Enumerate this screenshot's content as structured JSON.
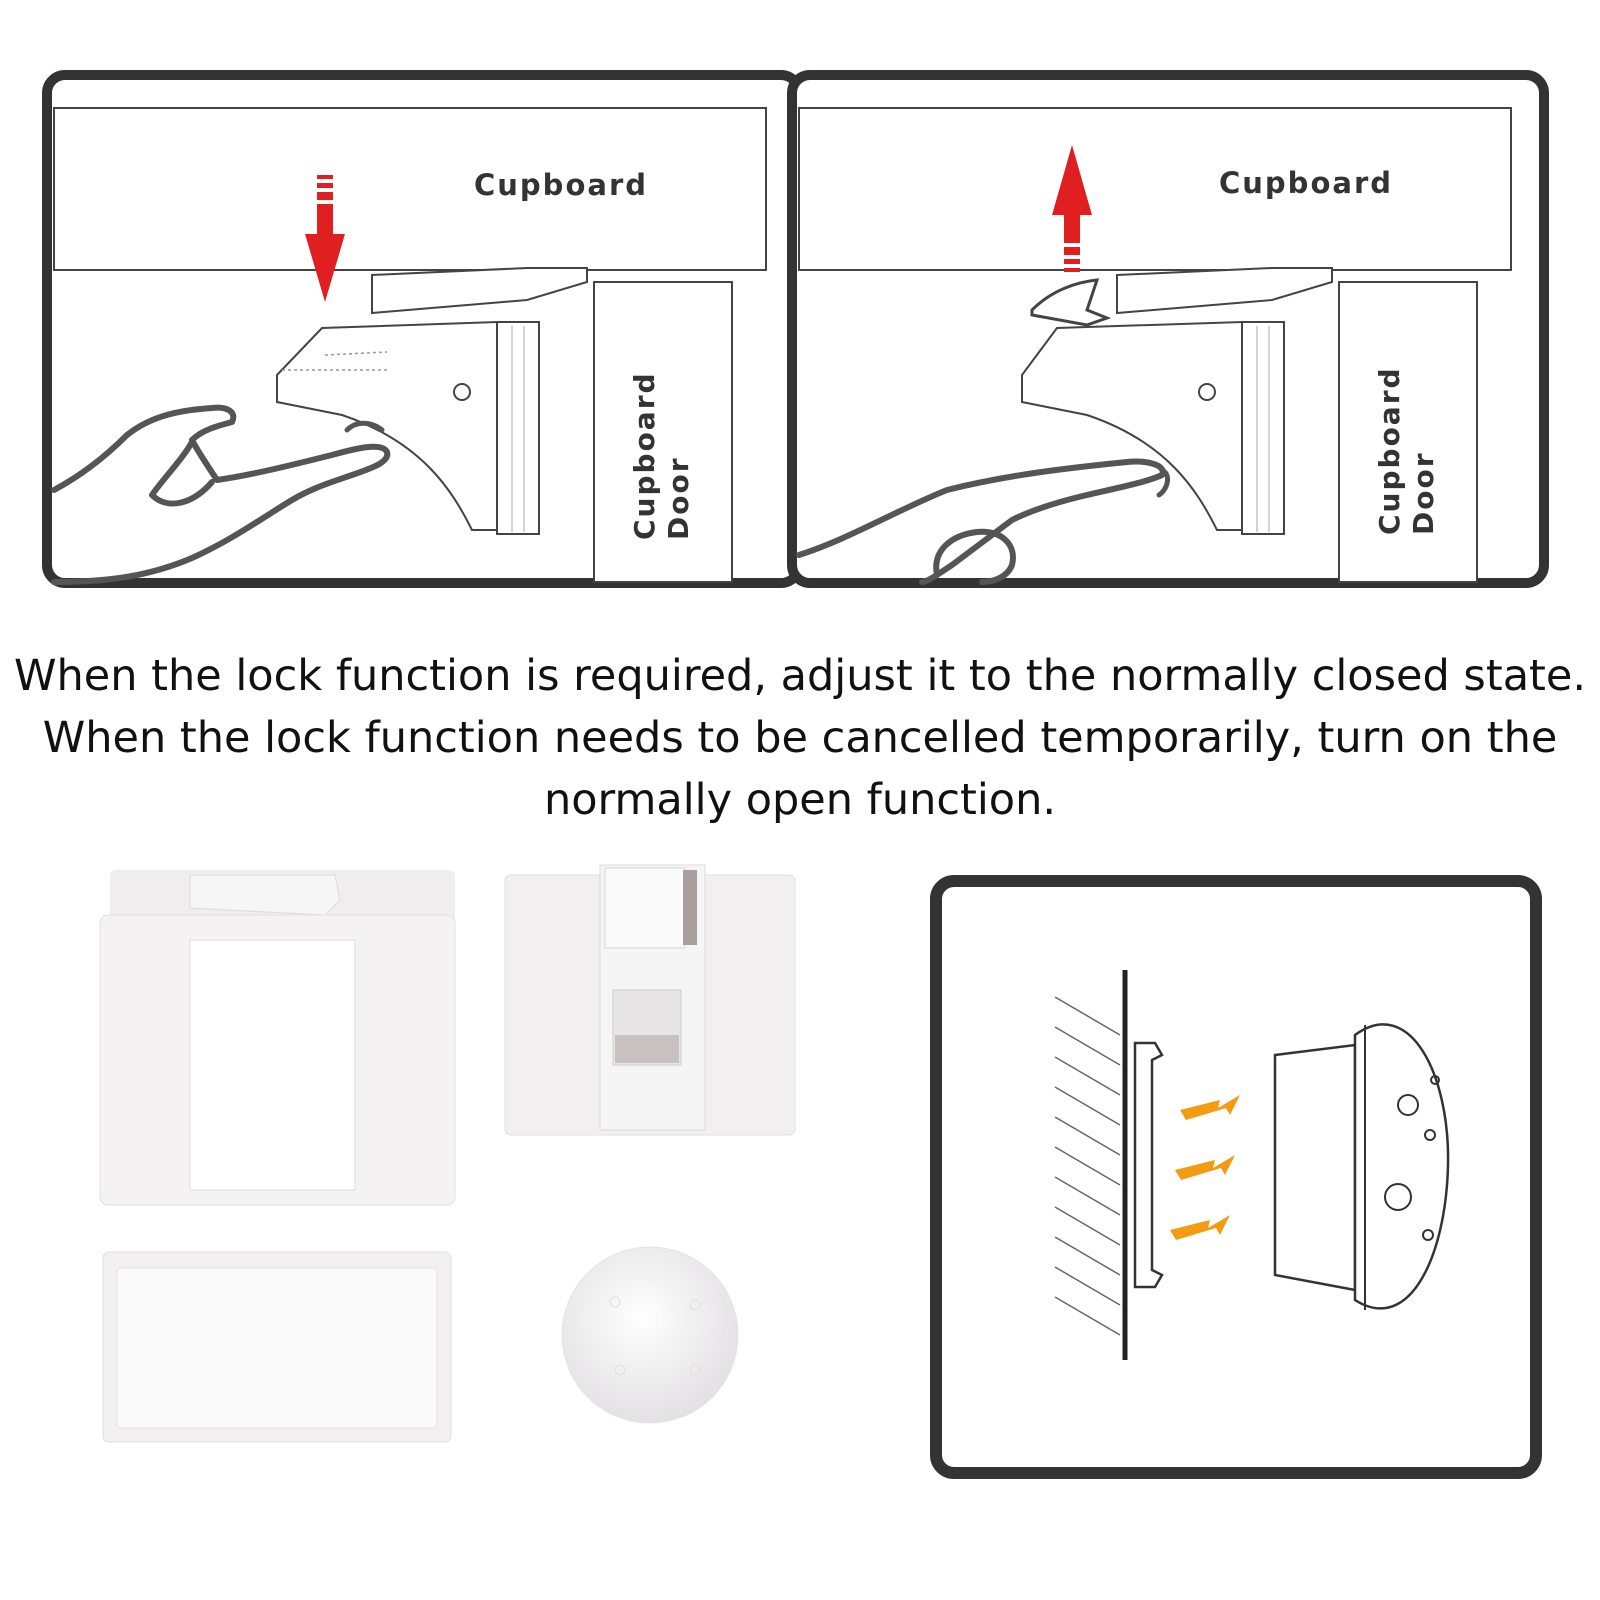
{
  "panel_locked": {
    "cupboard_label": "Cupboard",
    "door_label_line1": "Cupboard",
    "door_label_line2": "Door"
  },
  "panel_unlocked": {
    "cupboard_label": "Cupboard",
    "door_label_line1": "Cupboard",
    "door_label_line2": "Door"
  },
  "caption": {
    "line1": "When the lock function is required, adjust it to the normally closed state.",
    "line2": "When the lock function needs to be cancelled temporarily, turn on the",
    "line3": "normally open function."
  },
  "colors": {
    "frame": "#333333",
    "arrow_red": "#e02020",
    "magnet_orange": "#f39c12",
    "part_white": "#f4f2f3"
  }
}
